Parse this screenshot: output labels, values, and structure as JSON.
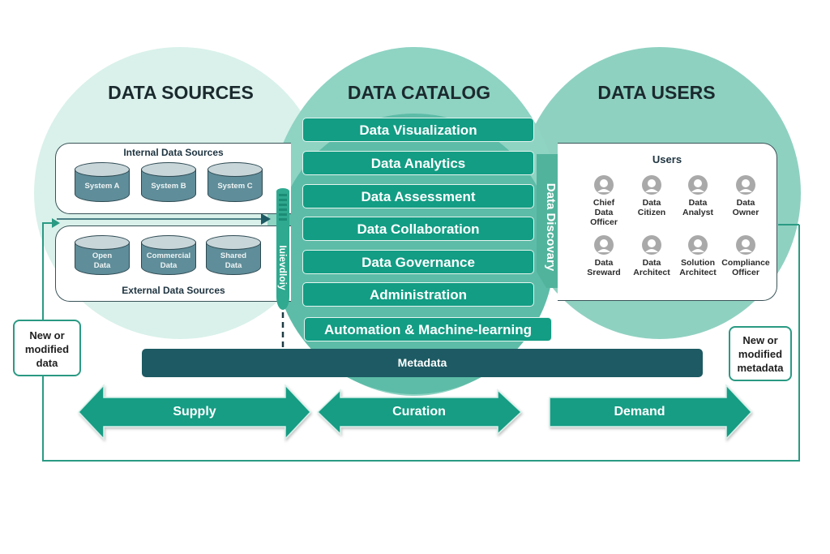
{
  "colors": {
    "sources_bg": "#d9f1ea",
    "catalog_bg": "#8fd3c3",
    "users_bg": "#8fd1c1",
    "teal_primary": "#129d84",
    "metadata_bar": "#1d5a63",
    "frame_line": "#2a9a83",
    "cylinder_body": "#5f8d99"
  },
  "sections": {
    "sources": {
      "title": "DATA SOURCES"
    },
    "catalog": {
      "title": "DATA CATALOG"
    },
    "users": {
      "title": "DATA USERS"
    }
  },
  "internal_sources": {
    "title": "Internal Data Sources",
    "systems": [
      "System A",
      "System B",
      "System C"
    ]
  },
  "external_sources": {
    "title": "External Data Sources",
    "systems": [
      [
        "Open",
        "Data"
      ],
      [
        "Commercial",
        "Data"
      ],
      [
        "Shared",
        "Data"
      ]
    ]
  },
  "ribbons": {
    "left": "Iuievdloiy",
    "right": "Data Discovary"
  },
  "catalog_items": [
    "Data Visualization",
    "Data Analytics",
    "Data Assessment",
    "Data Collaboration",
    "Data Governance",
    "Administration",
    "Automation & Machine-learning"
  ],
  "users_panel": {
    "title": "Users",
    "users": [
      [
        "Chief",
        "Data",
        "Officer"
      ],
      [
        "Data",
        "Citizen"
      ],
      [
        "Data",
        "Analyst"
      ],
      [
        "Data",
        "Owner"
      ],
      [
        "Data",
        "Sreward"
      ],
      [
        "Data",
        "Architect"
      ],
      [
        "Solution",
        "Architect"
      ],
      [
        "Compliance",
        "Officer"
      ]
    ]
  },
  "metadata_bar": {
    "label": "Metadata"
  },
  "notes": {
    "left": [
      "New or",
      "modified",
      "data"
    ],
    "right": [
      "New or",
      "modified",
      "metadata"
    ]
  },
  "flow_arrows": [
    {
      "label": "Supply",
      "direction": "both"
    },
    {
      "label": "Curation",
      "direction": "both"
    },
    {
      "label": "Demand",
      "direction": "right"
    }
  ]
}
